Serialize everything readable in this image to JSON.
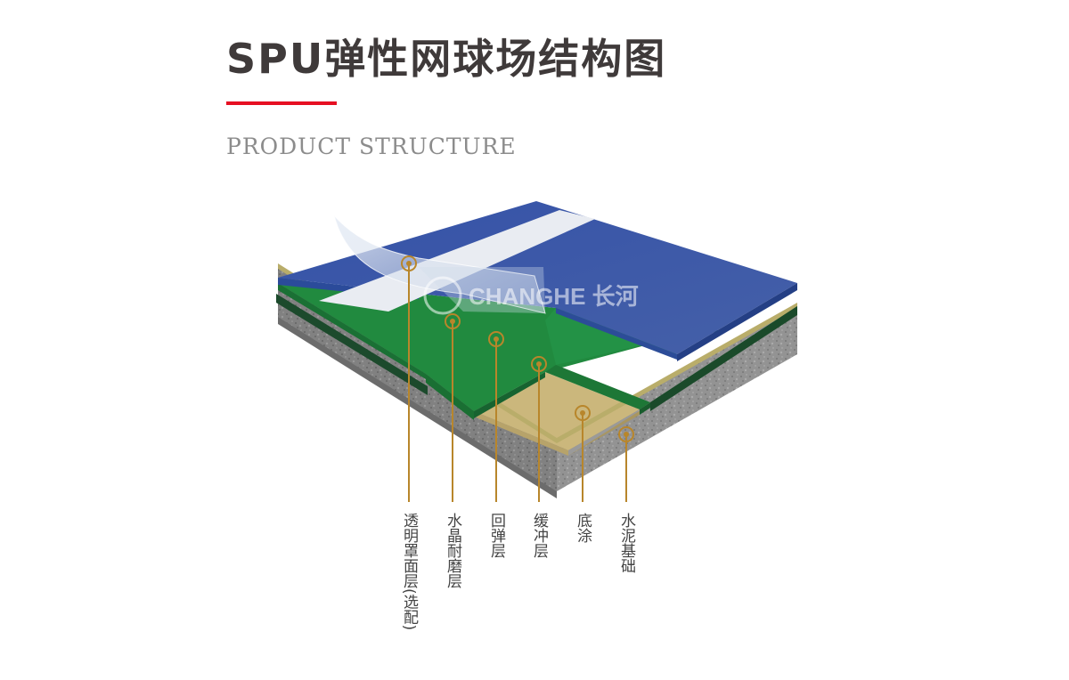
{
  "header": {
    "title": "SPU弹性网球场结构图",
    "subtitle": "PRODUCT STRUCTURE"
  },
  "brand": {
    "logo_text": "CHANGHE 长河"
  },
  "layers": [
    {
      "label": "透明罩面层(选配)"
    },
    {
      "label": "水晶耐磨层"
    },
    {
      "label": "回弹层"
    },
    {
      "label": "缓冲层"
    },
    {
      "label": "底涂"
    },
    {
      "label": "水泥基础"
    }
  ],
  "colors": {
    "accent_red": "#e60f22",
    "marker_gold": "#b8862b",
    "court_blue": "#3b55a3",
    "green_layer": "#1f6b38",
    "primer_tan": "#c8b57a",
    "concrete_gray": "#8a8a8a"
  }
}
